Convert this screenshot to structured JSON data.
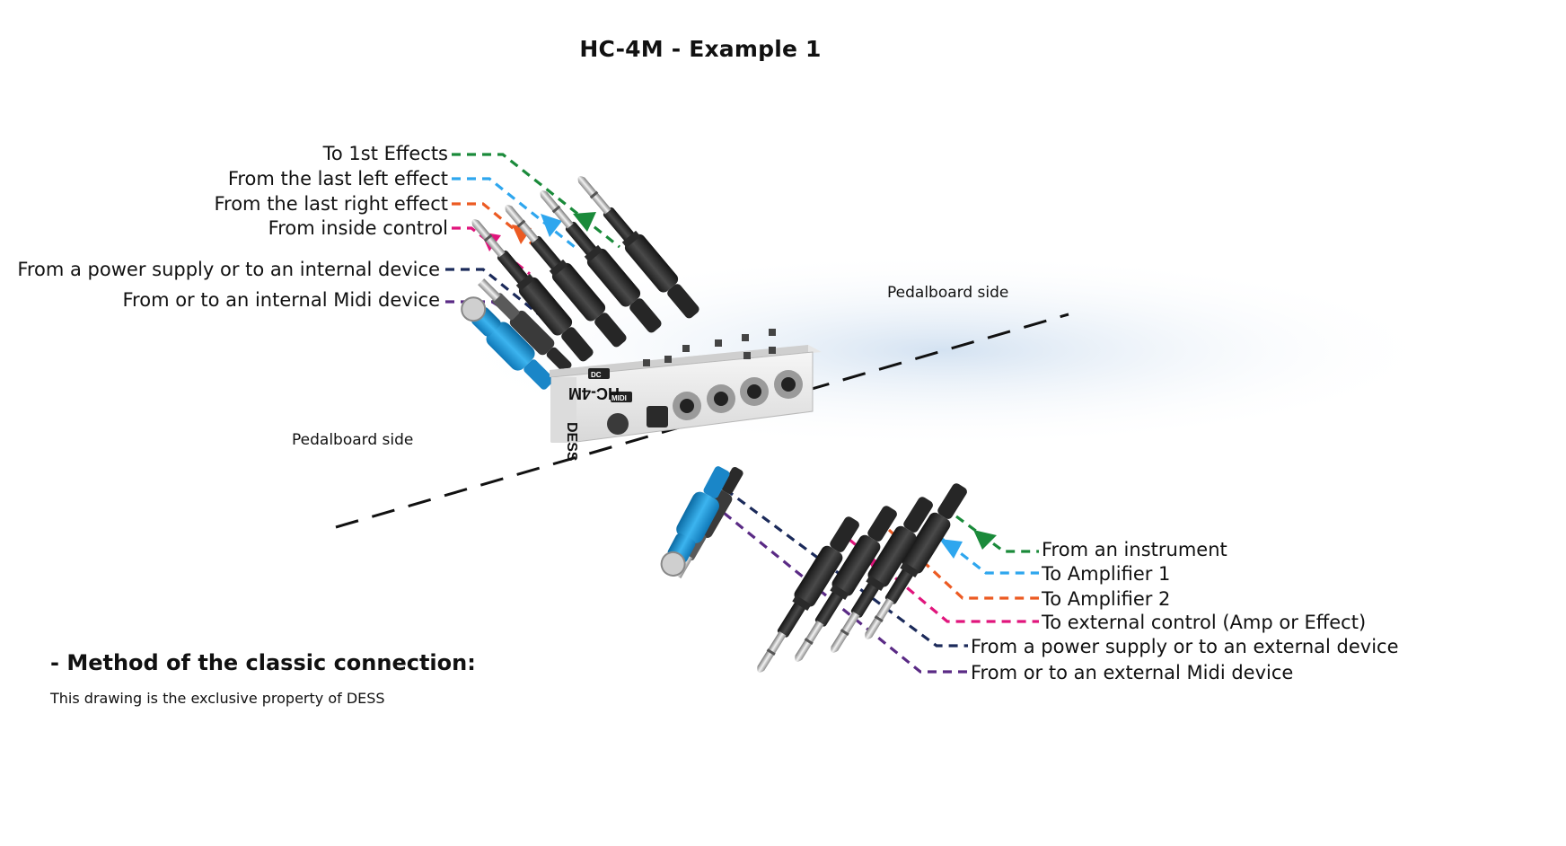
{
  "title": "HC-4M  -  Example 1",
  "device": {
    "brand": "DESS",
    "model": "HC-4M",
    "port_labels": [
      "DC",
      "MIDI"
    ]
  },
  "side_labels": {
    "top": "Pedalboard side",
    "bottom": "Pedalboard side"
  },
  "left_labels": [
    {
      "text": "To 1st Effects",
      "color": "#1a8a3a"
    },
    {
      "text": "From the last left effect",
      "color": "#2ea6ee"
    },
    {
      "text": "From the last right effect",
      "color": "#ec5a22"
    },
    {
      "text": "From inside control",
      "color": "#e0157c"
    },
    {
      "text": "From a power supply or to an internal device",
      "color": "#1b2a5a"
    },
    {
      "text": "From or to an internal Midi device",
      "color": "#5a2a85"
    }
  ],
  "right_labels": [
    {
      "text": "From an instrument",
      "color": "#1a8a3a"
    },
    {
      "text": "To Amplifier 1",
      "color": "#2ea6ee"
    },
    {
      "text": "To Amplifier 2",
      "color": "#ec5a22"
    },
    {
      "text": "To external control (Amp or Effect)",
      "color": "#e0157c"
    },
    {
      "text": "From a power supply or to an external device",
      "color": "#1b2a5a"
    },
    {
      "text": "From or to an external Midi device",
      "color": "#5a2a85"
    }
  ],
  "method": "- Method of the classic connection:",
  "footer": "This drawing is the exclusive property of DESS"
}
